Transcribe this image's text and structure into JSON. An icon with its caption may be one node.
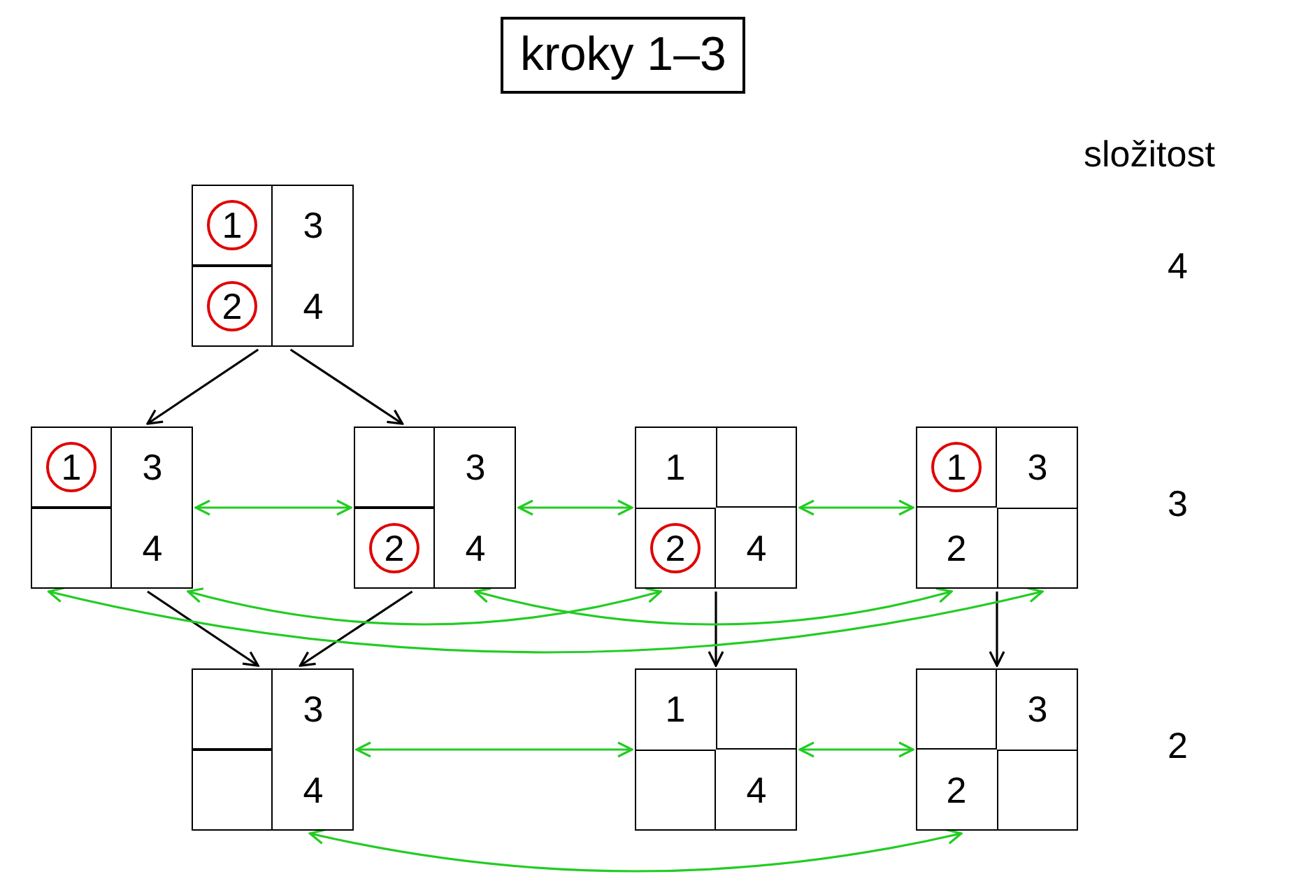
{
  "diagram": {
    "title": "kroky 1–3",
    "nodes": [
      {
        "text": [],
        "shape": "box"
      },
      {
        "text": [],
        "shape": "box",
        "in": 0
      },
      {
        "text": [
          "1"
        ],
        "in": 1
      },
      {
        "text": [
          "3"
        ],
        "in": 0
      },
      {
        "text": [],
        "shape": "box",
        "in": 0
      },
      {
        "text": [
          "2"
        ],
        "in": 4
      },
      {
        "text": [
          "4"
        ],
        "in": 0
      },
      {
        "text": [],
        "shape": "box"
      },
      {
        "text": [],
        "shape": "box",
        "in": 7
      },
      {
        "text": [
          "1"
        ],
        "in": 8
      },
      {
        "text": [
          "3"
        ],
        "in": 7
      },
      {
        "text": [],
        "shape": "box",
        "in": 7
      },
      {
        "text": [
          "4"
        ],
        "in": 7
      },
      {
        "text": [],
        "shape": "box"
      },
      {
        "text": [],
        "shape": "box",
        "in": 13
      },
      {
        "text": [
          "3"
        ],
        "in": 13
      },
      {
        "text": [],
        "shape": "box",
        "in": 13
      },
      {
        "text": [
          "2"
        ],
        "in": 16
      },
      {
        "text": [
          "4"
        ],
        "in": 13
      },
      {
        "text": [],
        "shape": "box"
      },
      {
        "text": [
          "1"
        ],
        "in": 19
      },
      {
        "text": [],
        "shape": "box",
        "in": 19
      },
      {
        "text": [],
        "shape": "box",
        "in": 19
      },
      {
        "text": [
          "2"
        ],
        "in": 22
      },
      {
        "text": [
          "4"
        ],
        "in": 19
      },
      {
        "text": [],
        "shape": "box"
      },
      {
        "text": [],
        "shape": "box",
        "in": 25
      },
      {
        "text": [
          "1"
        ],
        "in": 26
      },
      {
        "text": [
          "3"
        ],
        "in": 25
      },
      {
        "text": [
          "2"
        ],
        "in": 25
      },
      {
        "text": [],
        "shape": "box",
        "in": 25
      },
      {
        "text": [],
        "shape": "box"
      },
      {
        "text": [],
        "shape": "box",
        "in": 31
      },
      {
        "text": [
          "3"
        ],
        "in": 31
      },
      {
        "text": [],
        "shape": "box",
        "in": 31
      },
      {
        "text": [
          "4"
        ],
        "in": 31
      },
      {
        "text": [],
        "shape": "box"
      },
      {
        "text": [
          "1"
        ],
        "in": 36
      },
      {
        "text": [],
        "shape": "box",
        "in": 36
      },
      {
        "text": [],
        "shape": "box",
        "in": 36
      },
      {
        "text": [
          "4"
        ],
        "in": 36
      },
      {
        "text": [],
        "shape": "box"
      },
      {
        "text": [],
        "shape": "box",
        "in": 41
      },
      {
        "text": [
          "3"
        ],
        "in": 41
      },
      {
        "text": [
          "2"
        ],
        "in": 41
      },
      {
        "text": [],
        "shape": "box",
        "in": 41
      }
    ],
    "edges": [
      {
        "from": 0,
        "to": 7,
        "arrow": "to",
        "color": "#000000"
      },
      {
        "from": 0,
        "to": 13,
        "arrow": "to",
        "color": "#000000"
      },
      {
        "from": 7,
        "to": 31,
        "arrow": "to",
        "color": "#000000"
      },
      {
        "from": 13,
        "to": 31,
        "arrow": "to",
        "color": "#000000"
      },
      {
        "from": 19,
        "to": 36,
        "arrow": "to",
        "color": "#000000"
      },
      {
        "from": 25,
        "to": 41,
        "arrow": "to",
        "color": "#000000"
      },
      {
        "from": 7,
        "to": 13,
        "arrow": "both"
      },
      {
        "from": 13,
        "to": 19,
        "arrow": "both"
      },
      {
        "from": 19,
        "to": 25,
        "arrow": "both"
      },
      {
        "from": 7,
        "to": 19,
        "arrow": "both"
      },
      {
        "from": 13,
        "to": 25,
        "arrow": "both"
      },
      {
        "from": 7,
        "to": 25,
        "arrow": "both"
      },
      {
        "from": 31,
        "to": 36,
        "arrow": "both"
      },
      {
        "from": 36,
        "to": 41,
        "arrow": "both"
      },
      {
        "from": 31,
        "to": 41,
        "arrow": "both"
      }
    ],
    "labels": [
      "složitost",
      "4",
      "3",
      "2"
    ]
  }
}
